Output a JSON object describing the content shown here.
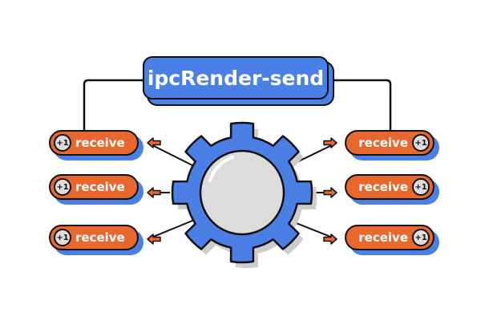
{
  "title": "ipcRender-send",
  "receivers": {
    "left": [
      {
        "badge": "+1",
        "label": "receive"
      },
      {
        "badge": "+1",
        "label": "receive"
      },
      {
        "badge": "+1",
        "label": "receive"
      }
    ],
    "right": [
      {
        "badge": "+1",
        "label": "receive"
      },
      {
        "badge": "+1",
        "label": "receive"
      },
      {
        "badge": "+1",
        "label": "receive"
      }
    ]
  },
  "colors": {
    "blue": "#4a7fe6",
    "orange": "#e8672e",
    "gray": "#dcdcdc",
    "outline": "#111111"
  }
}
